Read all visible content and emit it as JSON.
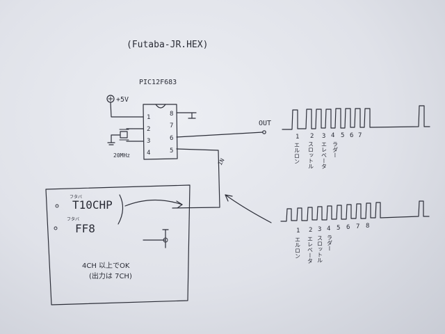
{
  "title": "(Futaba-JR.HEX)",
  "chip": {
    "part_number": "PIC12F683",
    "pins_left": [
      "1",
      "2",
      "3",
      "4"
    ],
    "pins_right": [
      "8",
      "7",
      "6",
      "5"
    ]
  },
  "supply_label": "+5V",
  "crystal_label": "20MHz",
  "out_label": "OUT",
  "in_label": "IN",
  "upper_pulse_channels": [
    "1",
    "2",
    "3",
    "4",
    "5",
    "6",
    "7"
  ],
  "upper_channel_names": [
    "エルロン",
    "スロットル",
    "エレベータ",
    "ラダー"
  ],
  "lower_pulse_channels": [
    "1",
    "2",
    "3",
    "4",
    "5",
    "6",
    "7",
    "8"
  ],
  "lower_channel_names": [
    "エルロン",
    "エレベータ",
    "スロットル",
    "ラダー"
  ],
  "transmitter": {
    "maker_1": "フタバ",
    "model_1": "T10CHP",
    "maker_2": "フタバ",
    "model_2": "FF8",
    "note_1": "4CH 以上でOK",
    "note_2": "(出力は 7CH)"
  }
}
